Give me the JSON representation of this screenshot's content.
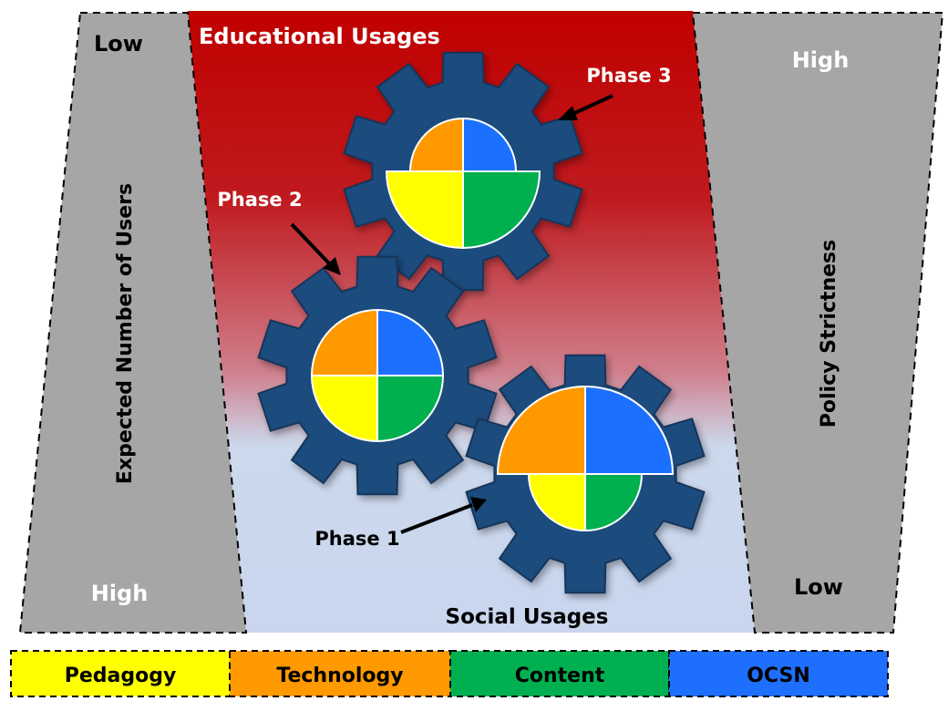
{
  "left_axis": {
    "title": "Expected Number of Users",
    "top": "Low",
    "bottom": "High"
  },
  "right_axis": {
    "title": "Policy Strictness",
    "top": "High",
    "bottom": "Low"
  },
  "center": {
    "top_label": "Educational Usages",
    "bottom_label": "Social Usages"
  },
  "phases": {
    "phase1": "Phase 1",
    "phase2": "Phase 2",
    "phase3": "Phase 3"
  },
  "legend": [
    {
      "label": "Pedagogy",
      "color": "#ffff00"
    },
    {
      "label": "Technology",
      "color": "#ff9900"
    },
    {
      "label": "Content",
      "color": "#00b050"
    },
    {
      "label": "OCSN",
      "color": "#1f6fff"
    }
  ],
  "colors": {
    "gear": "#1f4b7d",
    "panel_gray": "#a6a6a6",
    "education_red": "#c00000",
    "social_blue": "#ccd8ec",
    "pedagogy": "#ffff00",
    "technology": "#ff9900",
    "content": "#00b050",
    "ocsn": "#1f6fff"
  }
}
